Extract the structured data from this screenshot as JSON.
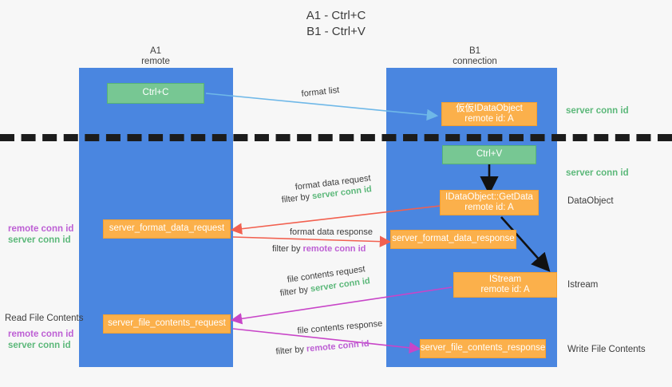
{
  "title": "A1 - Ctrl+C\nB1 - Ctrl+V",
  "lanes": [
    {
      "header": "A1\nremote"
    },
    {
      "header": "B1\nconnection"
    }
  ],
  "boxes": {
    "ctrl_c": "Ctrl+C",
    "set_data_object": "仮仮IDataObject\nremote id: A",
    "ctrl_v": "Ctrl+V",
    "get_data": "IDataObject::GetData\nremote id: A",
    "format_data_request": "server_format_data_request",
    "format_data_response": "server_format_data_response",
    "istream": "IStream\nremote id: A",
    "file_contents_request": "server_file_contents_request",
    "file_contents_response": "server_file_contents_response"
  },
  "right_labels": {
    "server_conn_id_top": "server conn id",
    "server_conn_id_mid": "server conn id",
    "data_object": "DataObject",
    "istream": "Istream",
    "write_file_contents": "Write File Contents"
  },
  "left_labels": {
    "remote_conn_id_1": "remote conn id",
    "server_conn_id_1": "server conn id",
    "read_file_contents": "Read File Contents",
    "remote_conn_id_2": "remote conn id",
    "server_conn_id_2": "server conn id"
  },
  "edges": {
    "format_list": "format list",
    "format_data_request": "format data request",
    "format_data_request_filter_pre": "filter by ",
    "format_data_request_filter_key": "server conn id",
    "format_data_response": "format data response",
    "format_data_response_filter_pre": "filter by ",
    "format_data_response_filter_key": "remote conn id",
    "file_contents_request": "file contents request",
    "file_contents_request_filter_pre": "filter by ",
    "file_contents_request_filter_key": "server conn id",
    "file_contents_response": "file contents response",
    "file_contents_response_filter_pre": "filter by ",
    "file_contents_response_filter_key": "remote conn id"
  },
  "colors": {
    "lane": "#4a86e0",
    "green_box": "#77c793",
    "orange_box": "#fbb04b",
    "server_conn_id": "#5cb87a",
    "remote_conn_id": "#bd5fd4",
    "divider": "#1c1c1c",
    "wire_blue": "#6fb8e8",
    "wire_red": "#f2604f",
    "wire_magenta": "#c845c8",
    "wire_black": "#111111"
  }
}
